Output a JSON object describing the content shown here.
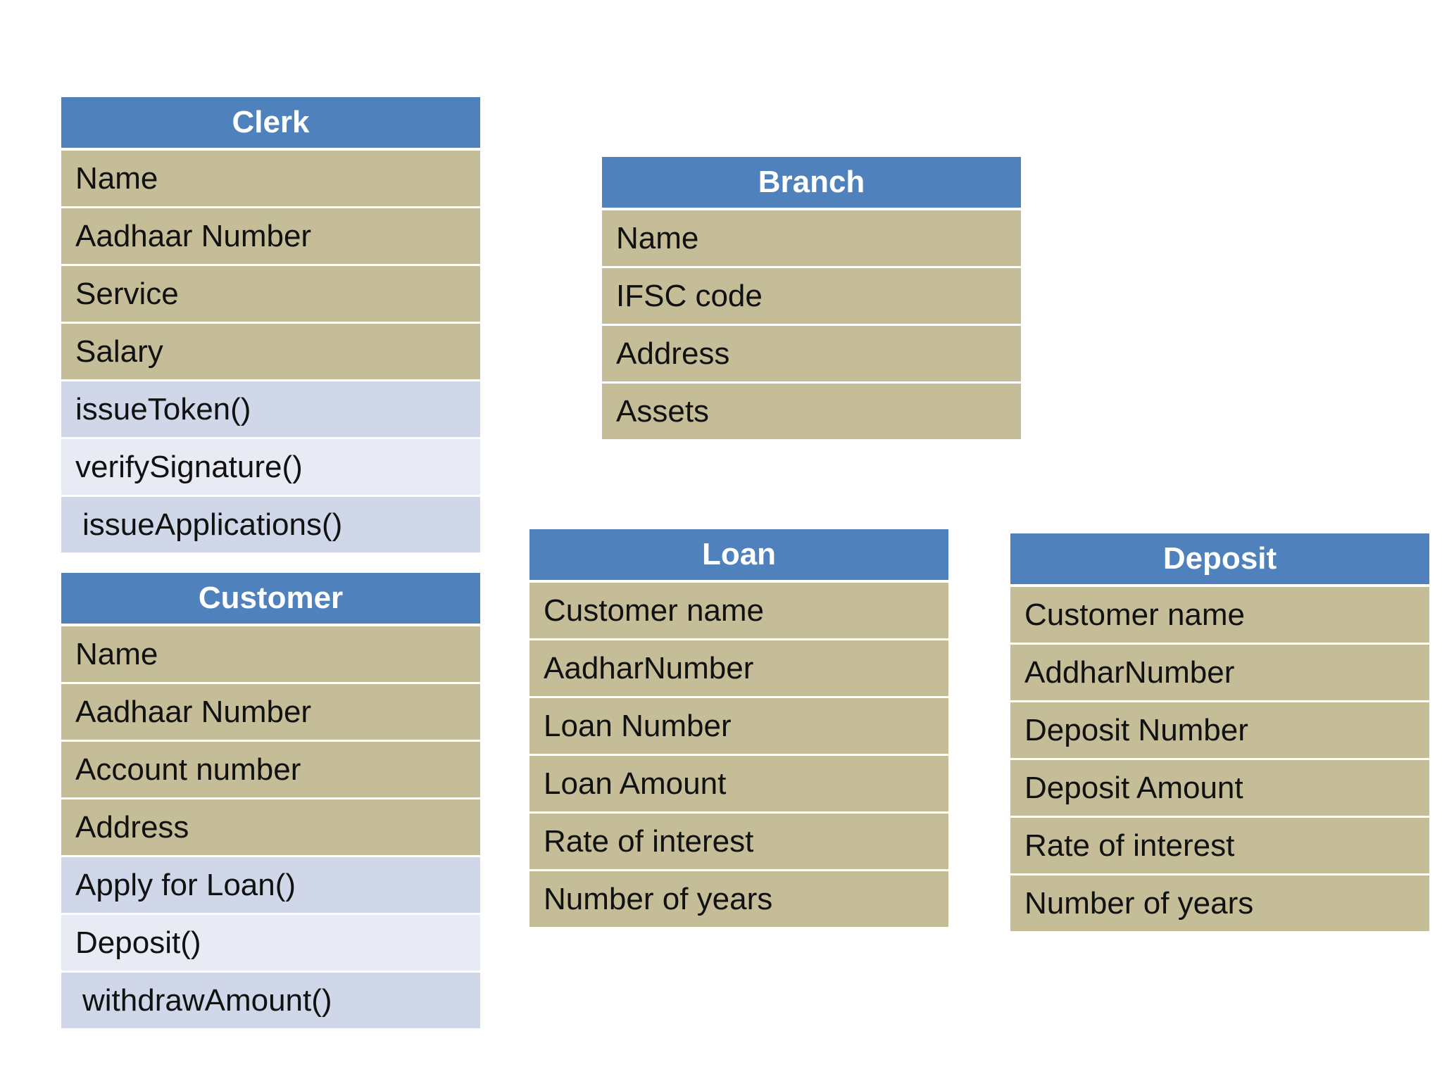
{
  "classes": {
    "clerk": {
      "title": "Clerk",
      "attributes": [
        "Name",
        "Aadhaar Number",
        "Service",
        "Salary"
      ],
      "methods": [
        "issueToken()",
        "verifySignature()",
        "issueApplications()"
      ]
    },
    "customer": {
      "title": "Customer",
      "attributes": [
        "Name",
        "Aadhaar Number",
        "Account number",
        "Address"
      ],
      "methods": [
        "Apply for Loan()",
        "Deposit()",
        "withdrawAmount()"
      ]
    },
    "branch": {
      "title": "Branch",
      "attributes": [
        "Name",
        "IFSC code",
        "Address",
        "Assets"
      ]
    },
    "loan": {
      "title": "Loan",
      "attributes": [
        "Customer name",
        "AadharNumber",
        "Loan Number",
        "Loan Amount",
        "Rate of interest",
        "Number of years"
      ]
    },
    "deposit": {
      "title": "Deposit",
      "attributes": [
        "Customer name",
        "AddharNumber",
        "Deposit Number",
        "Deposit Amount",
        "Rate of interest",
        "Number of years"
      ]
    }
  },
  "colors": {
    "header": "#4f81bd",
    "attribute_row": "#c4bd97",
    "method_row_dark": "#cfd7e8",
    "method_row_light": "#e8ebf3"
  }
}
